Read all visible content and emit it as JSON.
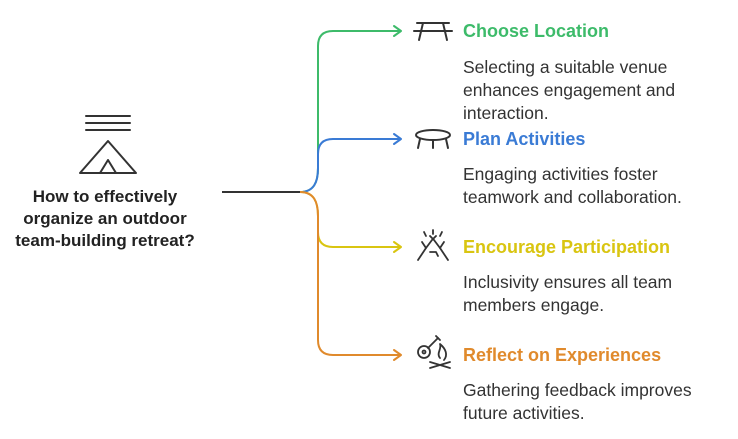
{
  "root": {
    "question": "How to effectively organize an outdoor team-building retreat?"
  },
  "branches": [
    {
      "title": "Choose Location",
      "description": "Selecting a suitable venue enhances engagement and interaction.",
      "color": "#3dbb6a",
      "icon": "picnic-table-icon"
    },
    {
      "title": "Plan Activities",
      "description": "Engaging activities foster teamwork and collaboration.",
      "color": "#3a7bd5",
      "icon": "trampoline-icon"
    },
    {
      "title": "Encourage Participation",
      "description": "Inclusivity ensures all team members engage.",
      "color": "#d9c511",
      "icon": "handshake-icon"
    },
    {
      "title": "Reflect on Experiences",
      "description": "Gathering feedback improves future activities.",
      "color": "#e08a2c",
      "icon": "campfire-guitar-icon"
    }
  ],
  "root_icon": "tent-icon",
  "line_color": "#333333"
}
